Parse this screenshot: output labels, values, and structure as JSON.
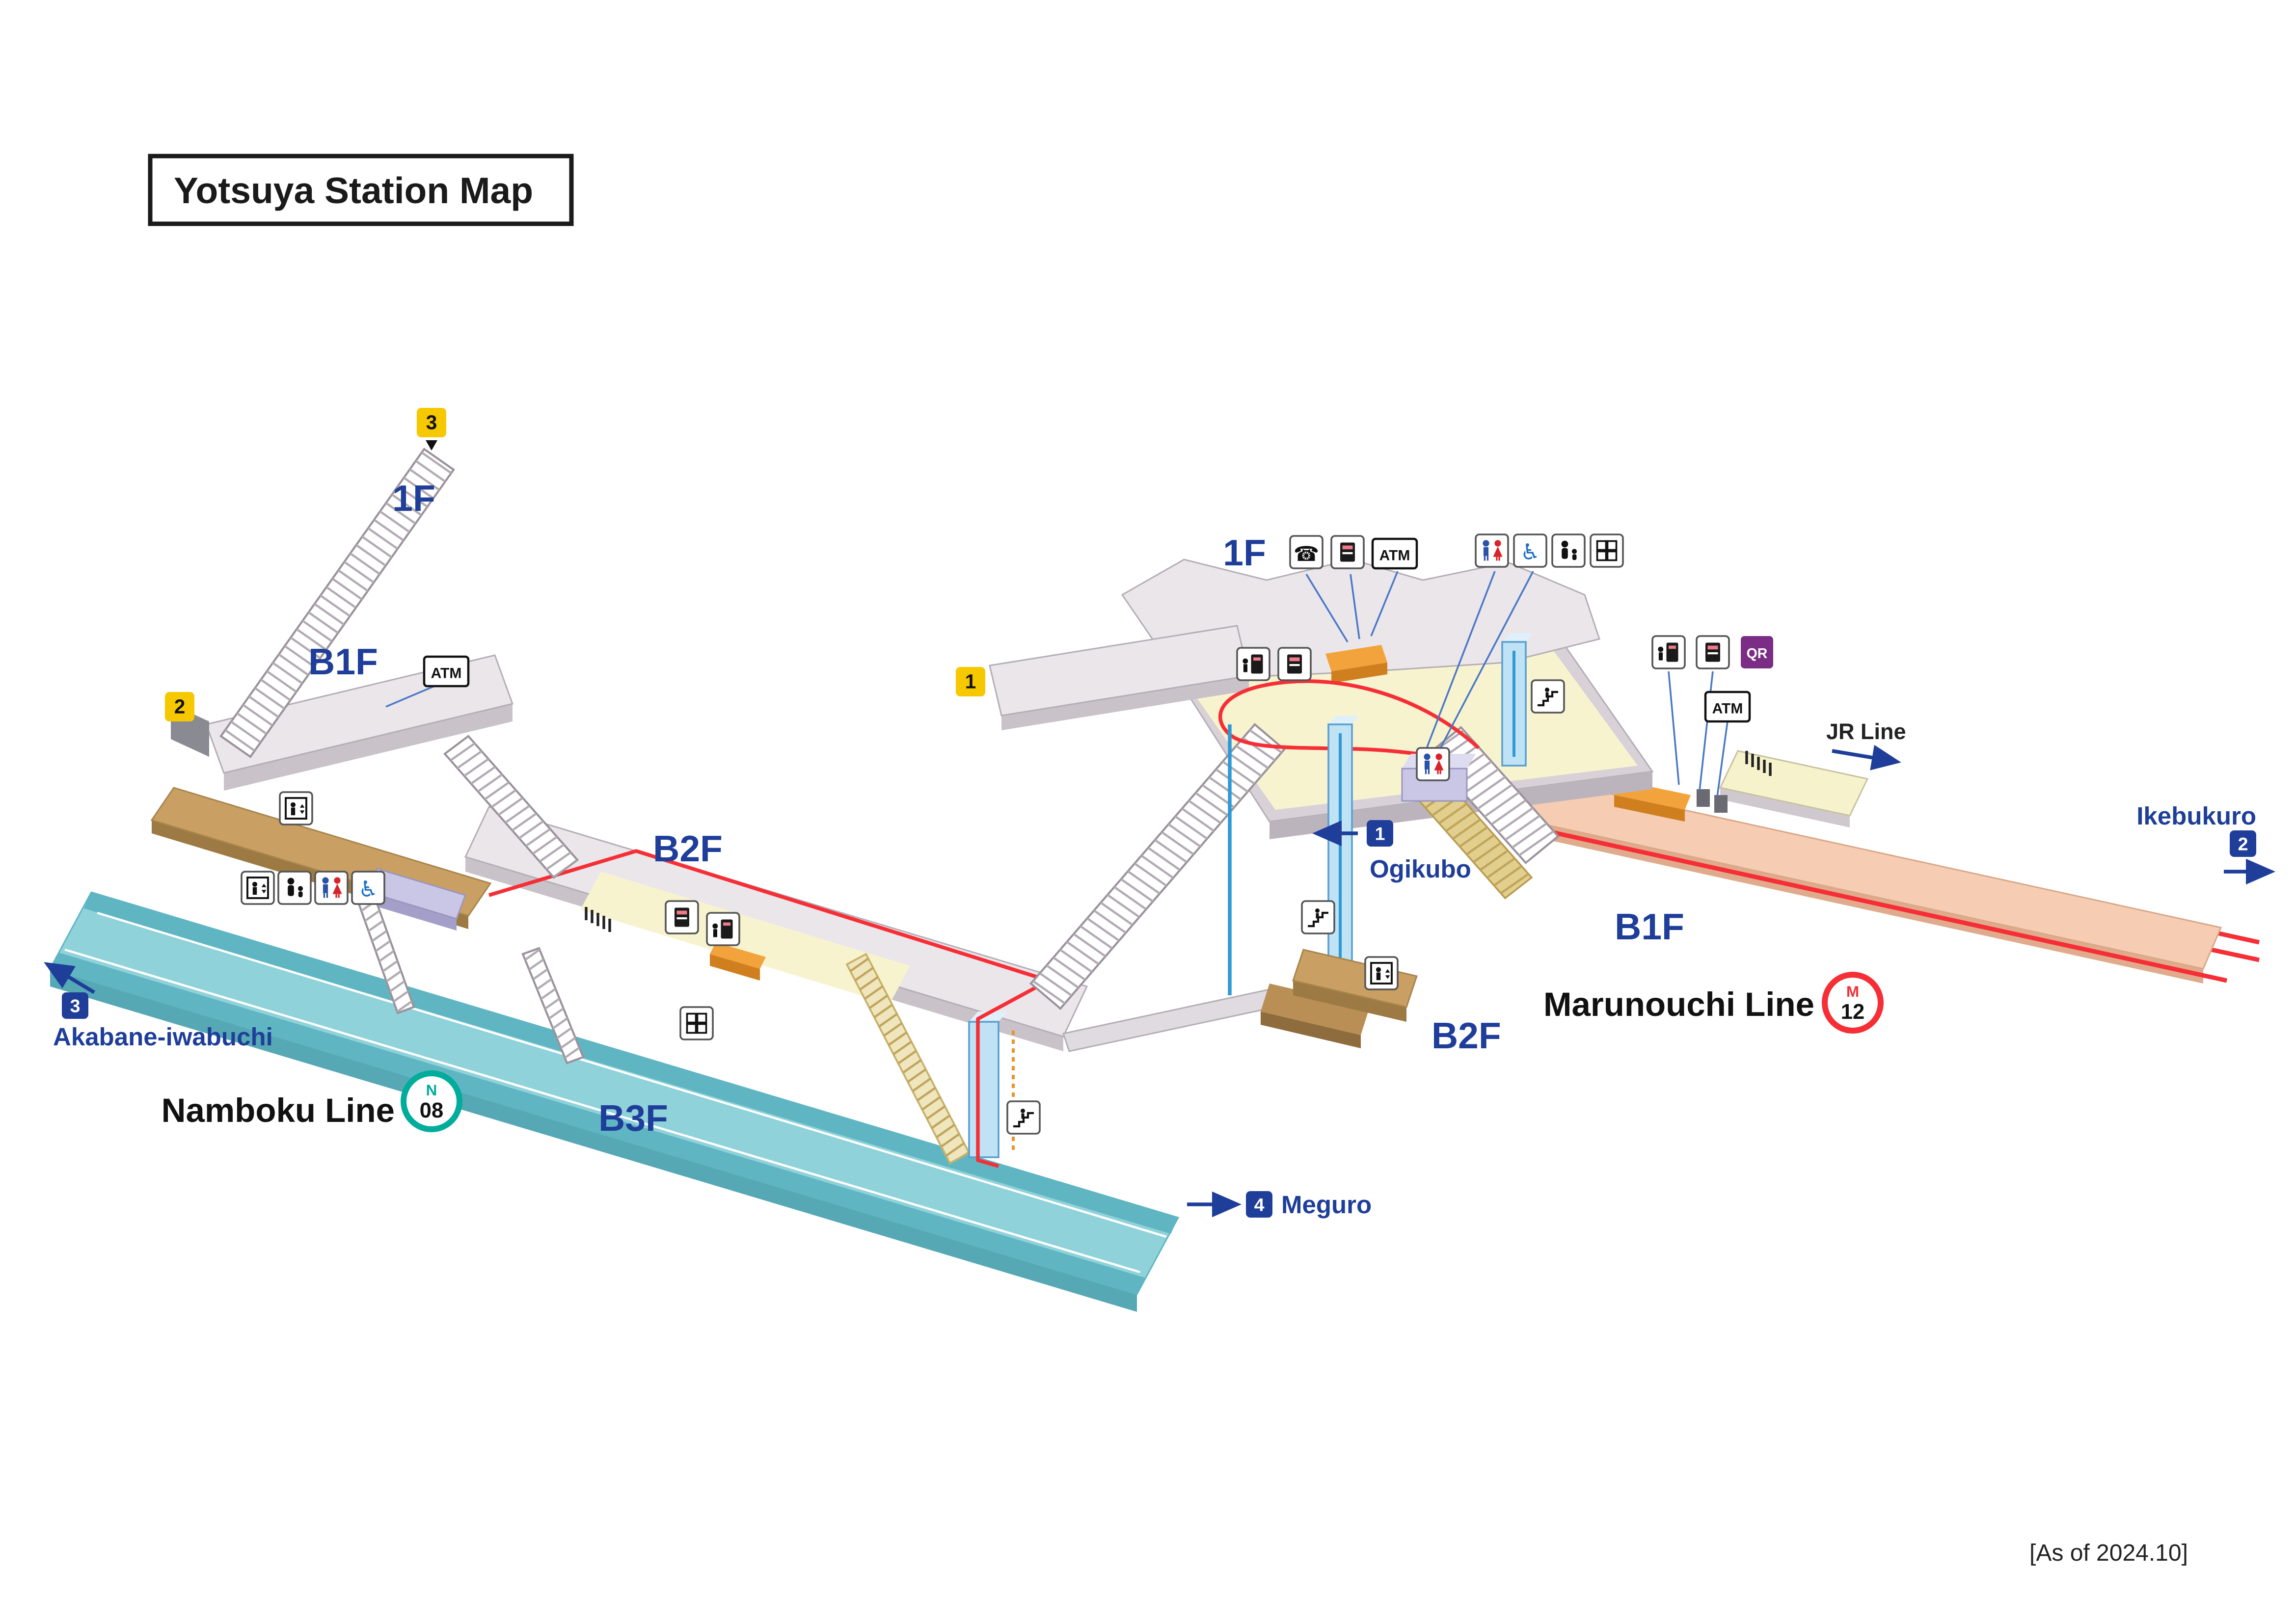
{
  "title": "Yotsuya Station Map",
  "as_of": "[As of 2024.10]",
  "floors": {
    "left_1f": "1F",
    "left_b1f": "B1F",
    "left_b2f": "B2F",
    "b3f": "B3F",
    "center_1f": "1F",
    "center_b2f": "B2F",
    "right_b1f": "B1F"
  },
  "exits": {
    "exit1": "1",
    "exit2": "2",
    "exit3": "3"
  },
  "lines": {
    "namboku": {
      "name": "Namboku Line",
      "letter": "N",
      "number": "08",
      "color": "#00ac9b"
    },
    "marunouchi": {
      "name": "Marunouchi Line",
      "letter": "M",
      "number": "12",
      "color": "#f62e36"
    },
    "jr": {
      "name": "JR Line"
    }
  },
  "directions": {
    "akabane": {
      "badge": "3",
      "label": "Akabane-iwabuchi"
    },
    "meguro": {
      "badge": "4",
      "label": "Meguro"
    },
    "ogikubo": {
      "badge": "1",
      "label": "Ogikubo"
    },
    "ikebukuro": {
      "badge": "2",
      "label": "Ikebukuro"
    }
  },
  "icons": {
    "atm": "ATM",
    "qr": "QR",
    "phone_glyph": "☎",
    "wheelchair_glyph": "♿"
  }
}
